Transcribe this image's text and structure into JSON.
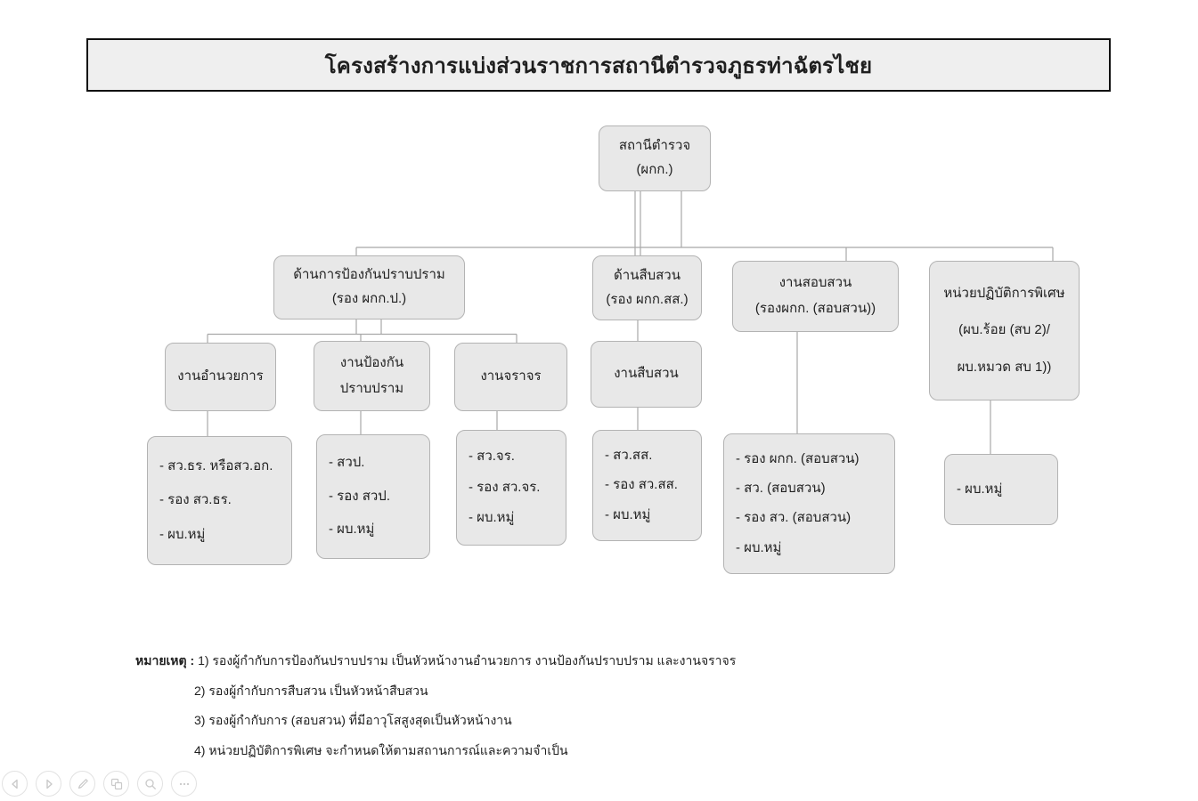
{
  "title": "โครงสร้างการแบ่งส่วนราชการสถานีตำรวจภูธรท่าฉัตรไชย",
  "nodes": {
    "root": {
      "lines": [
        "สถานีตำรวจ",
        "(ผกก.)"
      ]
    },
    "prevention_division": {
      "lines": [
        "ด้านการป้องกันปราบปราม",
        "(รอง ผกก.ป.)"
      ]
    },
    "investigation_division": {
      "lines": [
        "ด้านสืบสวน",
        "(รอง ผกก.สส.)"
      ]
    },
    "inquiry_division": {
      "lines": [
        "งานสอบสวน",
        "(รองผกก. (สอบสวน))"
      ]
    },
    "special_ops_division": {
      "lines": [
        "หน่วยปฏิบัติการพิเศษ",
        "(ผบ.ร้อย (สบ 2)/",
        "ผบ.หมวด สบ 1))"
      ]
    },
    "admin_unit": {
      "lines": [
        "งานอำนวยการ"
      ]
    },
    "suppression_unit": {
      "lines": [
        "งานป้องกัน",
        "ปราบปราม"
      ]
    },
    "traffic_unit": {
      "lines": [
        "งานจราจร"
      ]
    },
    "investigation_unit": {
      "lines": [
        "งานสืบสวน"
      ]
    },
    "admin_staff": {
      "lines": [
        "- สว.ธร. หรือสว.อก.",
        "- รอง สว.ธร.",
        "- ผบ.หมู่"
      ]
    },
    "suppression_staff": {
      "lines": [
        "- สวป.",
        "- รอง สวป.",
        "- ผบ.หมู่"
      ]
    },
    "traffic_staff": {
      "lines": [
        "- สว.จร.",
        "- รอง สว.จร.",
        "- ผบ.หมู่"
      ]
    },
    "investigation_staff": {
      "lines": [
        "- สว.สส.",
        "- รอง สว.สส.",
        "- ผบ.หมู่"
      ]
    },
    "inquiry_staff": {
      "lines": [
        "- รอง ผกก. (สอบสวน)",
        "- สว. (สอบสวน)",
        "- รอง สว. (สอบสวน)",
        "- ผบ.หมู่"
      ]
    },
    "special_ops_staff": {
      "lines": [
        "- ผบ.หมู่"
      ]
    }
  },
  "notes": {
    "label": "หมายเหตุ :",
    "items": [
      "1) รองผู้กำกับการป้องกันปราบปราม เป็นหัวหน้างานอำนวยการ งานป้องกันปราบปราม และงานจราจร",
      "2) รองผู้กำกับการสืบสวน เป็นหัวหน้าสืบสวน",
      "3) รองผู้กำกับการ (สอบสวน) ที่มีอาวุโสสูงสุดเป็นหัวหน้างาน",
      "4) หน่วยปฏิบัติการพิเศษ จะกำหนดให้ตามสถานการณ์และความจำเป็น"
    ]
  },
  "controls": {
    "icons": [
      "previous-slide",
      "next-slide",
      "pen-tool",
      "see-all-slides",
      "zoom-tool",
      "more-options"
    ]
  },
  "colors": {
    "node_fill": "#e8e8e8",
    "node_border": "#b3b3b3",
    "connector": "#a8a8a8",
    "title_fill": "#efefef",
    "title_border": "#111111"
  }
}
